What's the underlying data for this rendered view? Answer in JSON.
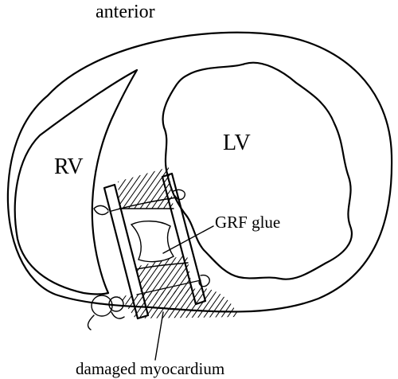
{
  "labels": {
    "anterior": "anterior",
    "lv": "LV",
    "rv": "RV",
    "glue": "GRF glue",
    "damaged": "damaged myocardium"
  },
  "colors": {
    "ink": "#000000",
    "background": "#ffffff"
  }
}
